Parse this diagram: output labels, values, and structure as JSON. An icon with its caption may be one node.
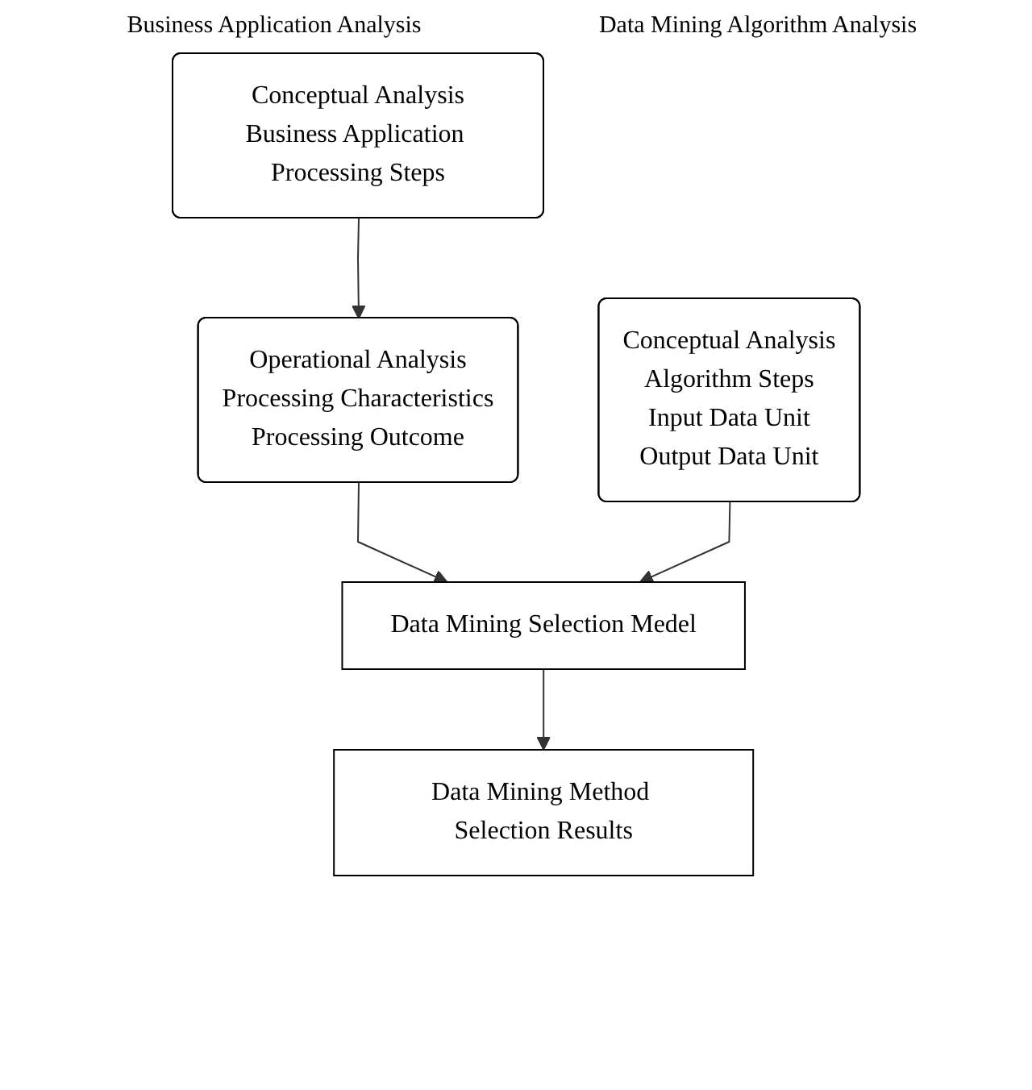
{
  "diagram": {
    "nodes": [
      {
        "text": [
          "Conceptual Analysis",
          "Business Application Processing Steps"
        ]
      },
      {
        "text": [
          "Operational Analysis",
          "Processing Characteristics",
          "Processing Outcome"
        ]
      },
      {
        "text": [
          "Conceptual Analysis",
          "Algorithm Steps",
          "Input Data Unit",
          "Output Data Unit"
        ]
      },
      {
        "text": [
          "Data Mining Selection Medel"
        ]
      },
      {
        "text": [
          "Data Mining Method Selection Results"
        ]
      }
    ],
    "edges": [
      {
        "from": 0,
        "to": 1,
        "arrow": "to"
      },
      {
        "from": 1,
        "to": 3,
        "arrow": "to"
      },
      {
        "from": 2,
        "to": 3,
        "arrow": "to"
      },
      {
        "from": 3,
        "to": 4,
        "arrow": "to"
      }
    ],
    "labels": [
      "Business Application Analysis",
      "Data Mining Algorithm Analysis"
    ]
  }
}
